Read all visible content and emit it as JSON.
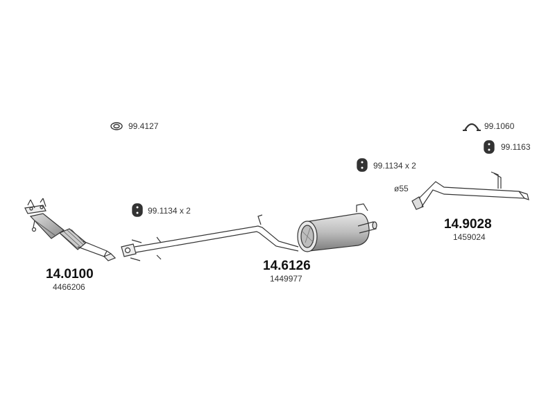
{
  "parts": [
    {
      "part_no": "14.0100",
      "oem_no": "4466206"
    },
    {
      "part_no": "14.6126",
      "oem_no": "1449977"
    },
    {
      "part_no": "14.9028",
      "oem_no": "1459024"
    }
  ],
  "accessories": [
    {
      "code": "99.4127",
      "icon": "ring-gasket-icon"
    },
    {
      "code": "99.1134 x 2",
      "icon": "rubber-hanger-icon"
    },
    {
      "code": "99.1134 x 2",
      "icon": "rubber-hanger-icon"
    },
    {
      "code": "99.1060",
      "icon": "u-clamp-icon"
    },
    {
      "code": "99.1163",
      "icon": "rubber-hanger-icon"
    }
  ],
  "pipe_diameter": "ø55",
  "colors": {
    "stroke": "#333333",
    "shade": "#9a9a9a",
    "light": "#d8d8d8"
  }
}
